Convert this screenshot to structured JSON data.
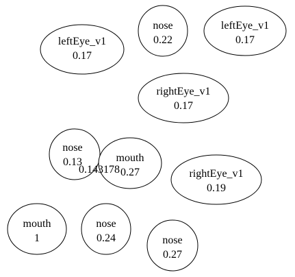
{
  "nodes": [
    {
      "id": "n1",
      "label": "leftEye_v1",
      "value": "0.17"
    },
    {
      "id": "n2",
      "label": "nose",
      "value": "0.22"
    },
    {
      "id": "n3",
      "label": "leftEye_v1",
      "value": "0.17"
    },
    {
      "id": "n4",
      "label": "rightEye_v1",
      "value": "0.17"
    },
    {
      "id": "n5",
      "label": "nose",
      "value": "0.13"
    },
    {
      "id": "n6",
      "label": "mouth",
      "value": "0.27"
    },
    {
      "id": "n7",
      "label": "rightEye_v1",
      "value": "0.19"
    },
    {
      "id": "n8",
      "label": "mouth",
      "value": "1"
    },
    {
      "id": "n9",
      "label": "nose",
      "value": "0.24"
    },
    {
      "id": "n10",
      "label": "nose",
      "value": "0.27"
    }
  ],
  "edge_label": "0.143178"
}
